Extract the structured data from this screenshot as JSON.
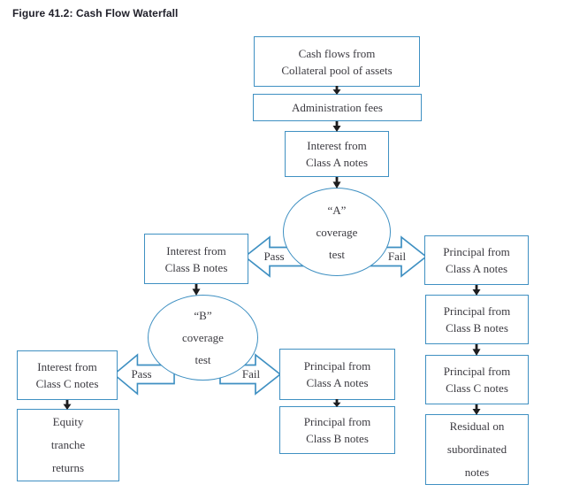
{
  "figure_title": "Figure 41.2: Cash Flow Waterfall",
  "colors": {
    "box_border_blue": "#3f90c2",
    "text_ink": "#3b3a40",
    "flow_arrow_black": "#1d1d1f",
    "title_color": "#20202a",
    "background": "#ffffff"
  },
  "nodes": {
    "cash_flows": "Cash flows from\nCollateral pool of assets",
    "admin_fees": "Administration fees",
    "interest_class_a": "Interest from\nClass A notes",
    "coverage_test_a": "“A”\ncoverage\ntest",
    "interest_class_b": "Interest from\nClass B notes",
    "principal_class_a_right": "Principal from\nClass A notes",
    "principal_class_b_right": "Principal from\nClass B notes",
    "principal_class_c_right": "Principal from\nClass C notes",
    "residual_subordinated": "Residual on\nsubordinated\nnotes",
    "coverage_test_b": "“B”\ncoverage\ntest",
    "interest_class_c": "Interest from\nClass C notes",
    "equity_tranche": "Equity\ntranche\nreturns",
    "principal_class_a_mid": "Principal from\nClass A notes",
    "principal_class_b_mid": "Principal from\nClass B notes"
  },
  "branch_labels": {
    "pass_a": "Pass",
    "fail_a": "Fail",
    "pass_b": "Pass",
    "fail_b": "Fail"
  }
}
